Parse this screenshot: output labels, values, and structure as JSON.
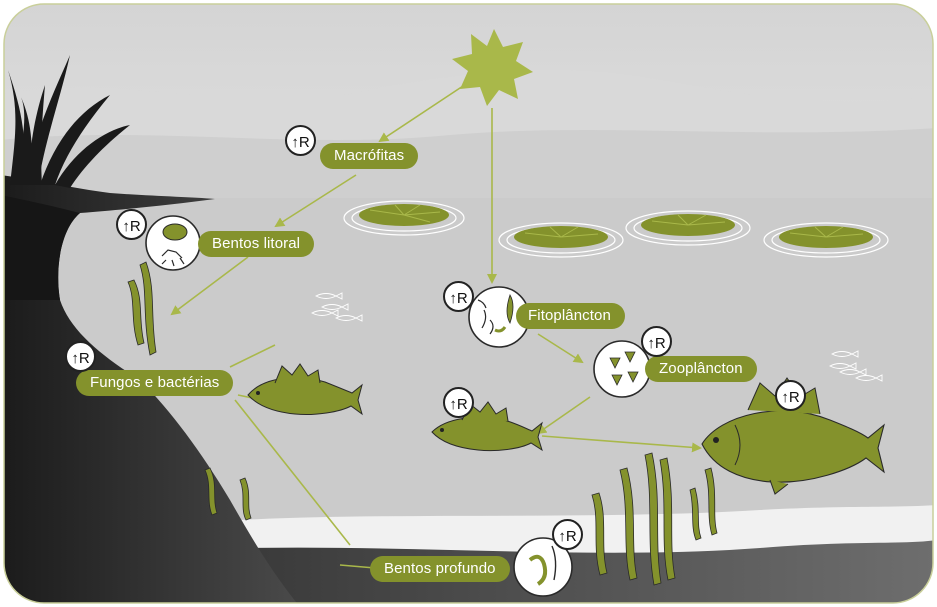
{
  "labels": {
    "macrofitas": "Macrófitas",
    "bentos_litoral": "Bentos litoral",
    "fitoplancton": "Fitoplâncton",
    "zooplancton": "Zooplâncton",
    "fungos_bacterias": "Fungos e bactérias",
    "bentos_profundo": "Bentos profundo"
  },
  "respiration_badge": "↑R",
  "colors": {
    "accent_green": "#84922c",
    "light_green": "#a9b84a",
    "water": "#c9c9c9",
    "sky": "#e9e9e9",
    "shore": "#2b2b2b",
    "sediment": "#f2f2f2"
  }
}
